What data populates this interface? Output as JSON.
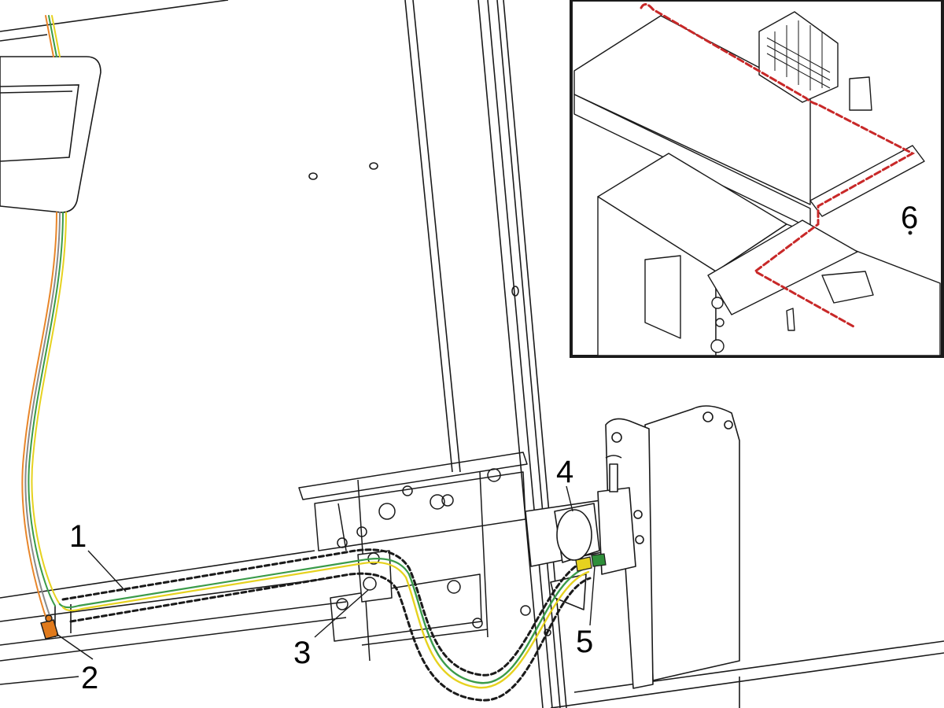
{
  "diagram": {
    "callouts": [
      {
        "id": "1",
        "label": "1"
      },
      {
        "id": "2",
        "label": "2"
      },
      {
        "id": "3",
        "label": "3"
      },
      {
        "id": "4",
        "label": "4"
      },
      {
        "id": "5",
        "label": "5"
      },
      {
        "id": "6",
        "label": "6"
      }
    ],
    "colors": {
      "line": "#1a1a1a",
      "cable_yellow": "#e6d21f",
      "cable_green": "#3b9b4a",
      "cable_orange": "#e8862a",
      "cable_grey": "#8a8a8a",
      "route_dashed": "#c82828",
      "connector_orange": "#e07a1c",
      "connector_green": "#2f8f3a"
    }
  }
}
